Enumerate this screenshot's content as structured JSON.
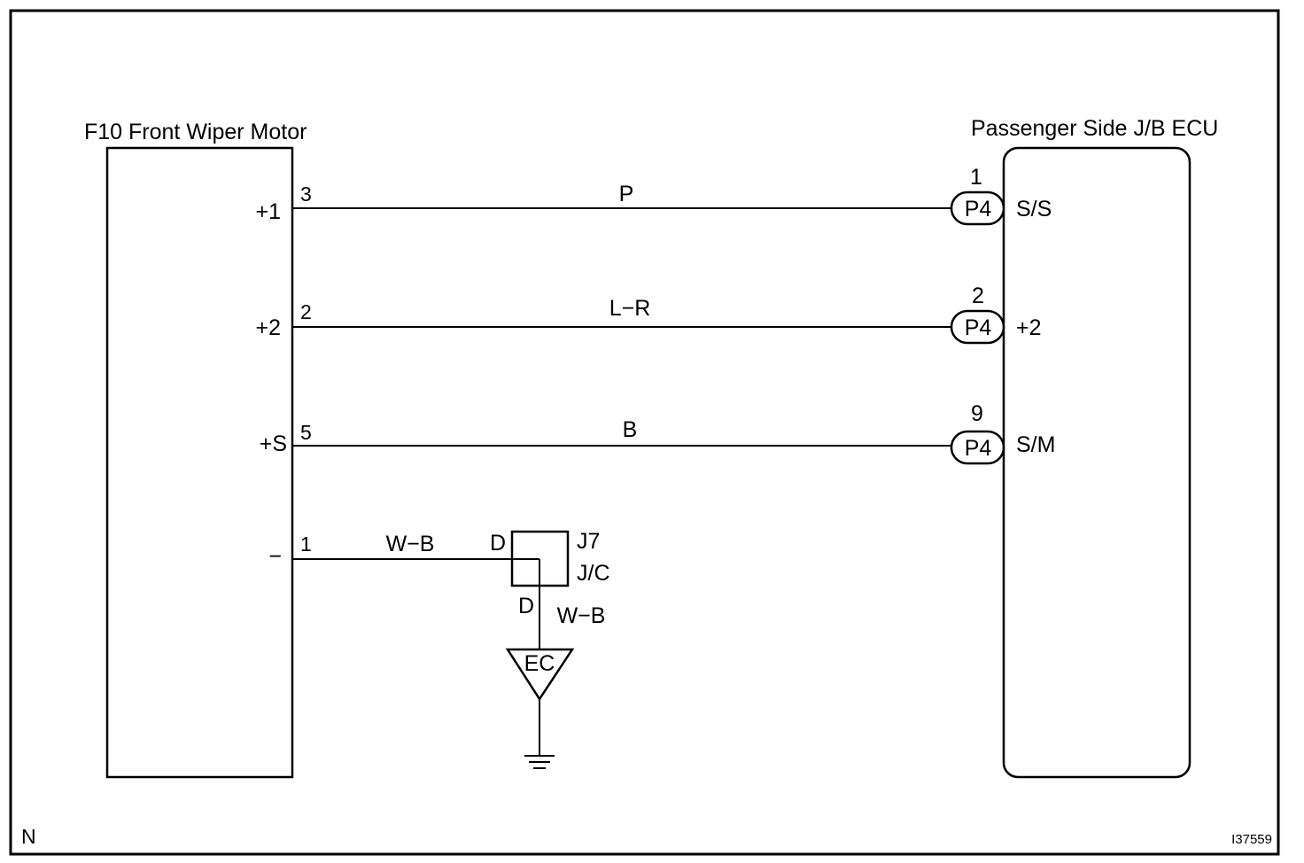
{
  "components": {
    "left": {
      "title": "F10 Front Wiper Motor"
    },
    "right": {
      "title": "Passenger Side J/B ECU"
    }
  },
  "wires": [
    {
      "left_terminal": "+1",
      "left_pin": "3",
      "color": "P",
      "connector": "P4",
      "right_pin": "1",
      "right_terminal": "S/S"
    },
    {
      "left_terminal": "+2",
      "left_pin": "2",
      "color": "L−R",
      "connector": "P4",
      "right_pin": "2",
      "right_terminal": "+2"
    },
    {
      "left_terminal": "+S",
      "left_pin": "5",
      "color": "B",
      "connector": "P4",
      "right_pin": "9",
      "right_terminal": "S/M"
    }
  ],
  "ground_circuit": {
    "left_terminal": "−",
    "left_pin": "1",
    "wire_color": "W−B",
    "junction": {
      "in_pin": "D",
      "out_pin": "D",
      "connector": "J7",
      "type": "J/C"
    },
    "wire_color_2": "W−B",
    "ground_point": "EC"
  },
  "footer": {
    "corner_left": "N",
    "figure_id": "I37559"
  }
}
